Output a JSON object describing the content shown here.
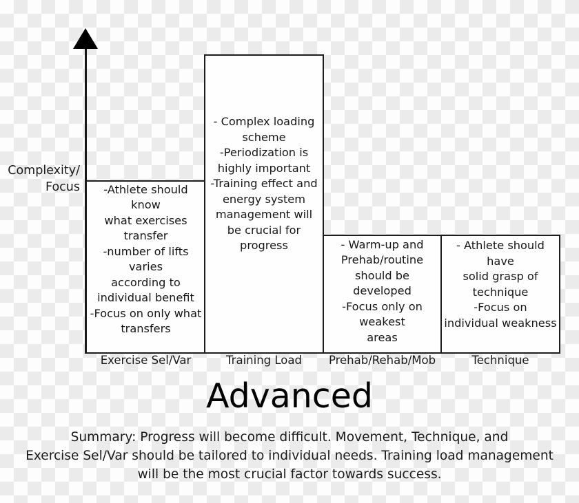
{
  "chart_data": {
    "type": "bar",
    "title": "Advanced",
    "ylabel": "Complexity/\nFocus",
    "xlabel": "",
    "grid": false,
    "legend": false,
    "ylim": [
      0,
      100
    ],
    "categories": [
      "Exercise Sel/Var",
      "Training Load",
      "Prehab/Rehab/Mob",
      "Technique"
    ],
    "values": [
      58,
      100,
      40,
      40
    ],
    "bar_notes": [
      "-Athlete should\nknow\nwhat exercises\ntransfer\n-number of lifts\nvaries\naccording to\nindividual benefit\n-Focus on only what\ntransfers",
      "- Complex loading\nscheme\n-Periodization is\nhighly important\n-Training effect and\nenergy system\nmanagement will\nbe crucial for\nprogress",
      "- Warm-up and\nPrehab/routine\nshould be developed\n-Focus only on\nweakest\nareas",
      "- Athlete should have\nsolid grasp of\ntechnique\n-Focus on\nindividual weakness"
    ],
    "annotations": [
      "Summary: Progress will become difficult. Movement, Technique, and\nExercise Sel/Var should be tailored to individual needs.  Training load management\nwill be the most crucial factor towards success."
    ]
  },
  "axis": {
    "y_label": "Complexity/\nFocus",
    "arrow_icon": "up-arrow-icon"
  },
  "bars": [
    {
      "category": "Exercise Sel/Var",
      "note": "-Athlete should\nknow\nwhat exercises\ntransfer\n-number of lifts\nvaries\naccording to\nindividual benefit\n-Focus on only what\ntransfers"
    },
    {
      "category": "Training Load",
      "note": "- Complex loading\nscheme\n-Periodization is\nhighly important\n-Training effect and\nenergy system\nmanagement will\nbe crucial for\nprogress"
    },
    {
      "category": "Prehab/Rehab/Mob",
      "note": "- Warm-up and\nPrehab/routine\nshould be developed\n-Focus only on\nweakest\nareas"
    },
    {
      "category": "Technique",
      "note": "- Athlete should have\nsolid grasp of\ntechnique\n-Focus on\nindividual weakness"
    }
  ],
  "title": "Advanced",
  "summary": "Summary: Progress will become difficult. Movement, Technique, and\nExercise Sel/Var should be tailored to individual needs.  Training load management\nwill be the most crucial factor towards success.",
  "colors": {
    "ink": "#1a1a1a",
    "bar_fill": "#fefefe",
    "bar_border": "#1c1c1c",
    "checker_light": "#fdfdfd",
    "checker_dark": "#ebebeb"
  }
}
